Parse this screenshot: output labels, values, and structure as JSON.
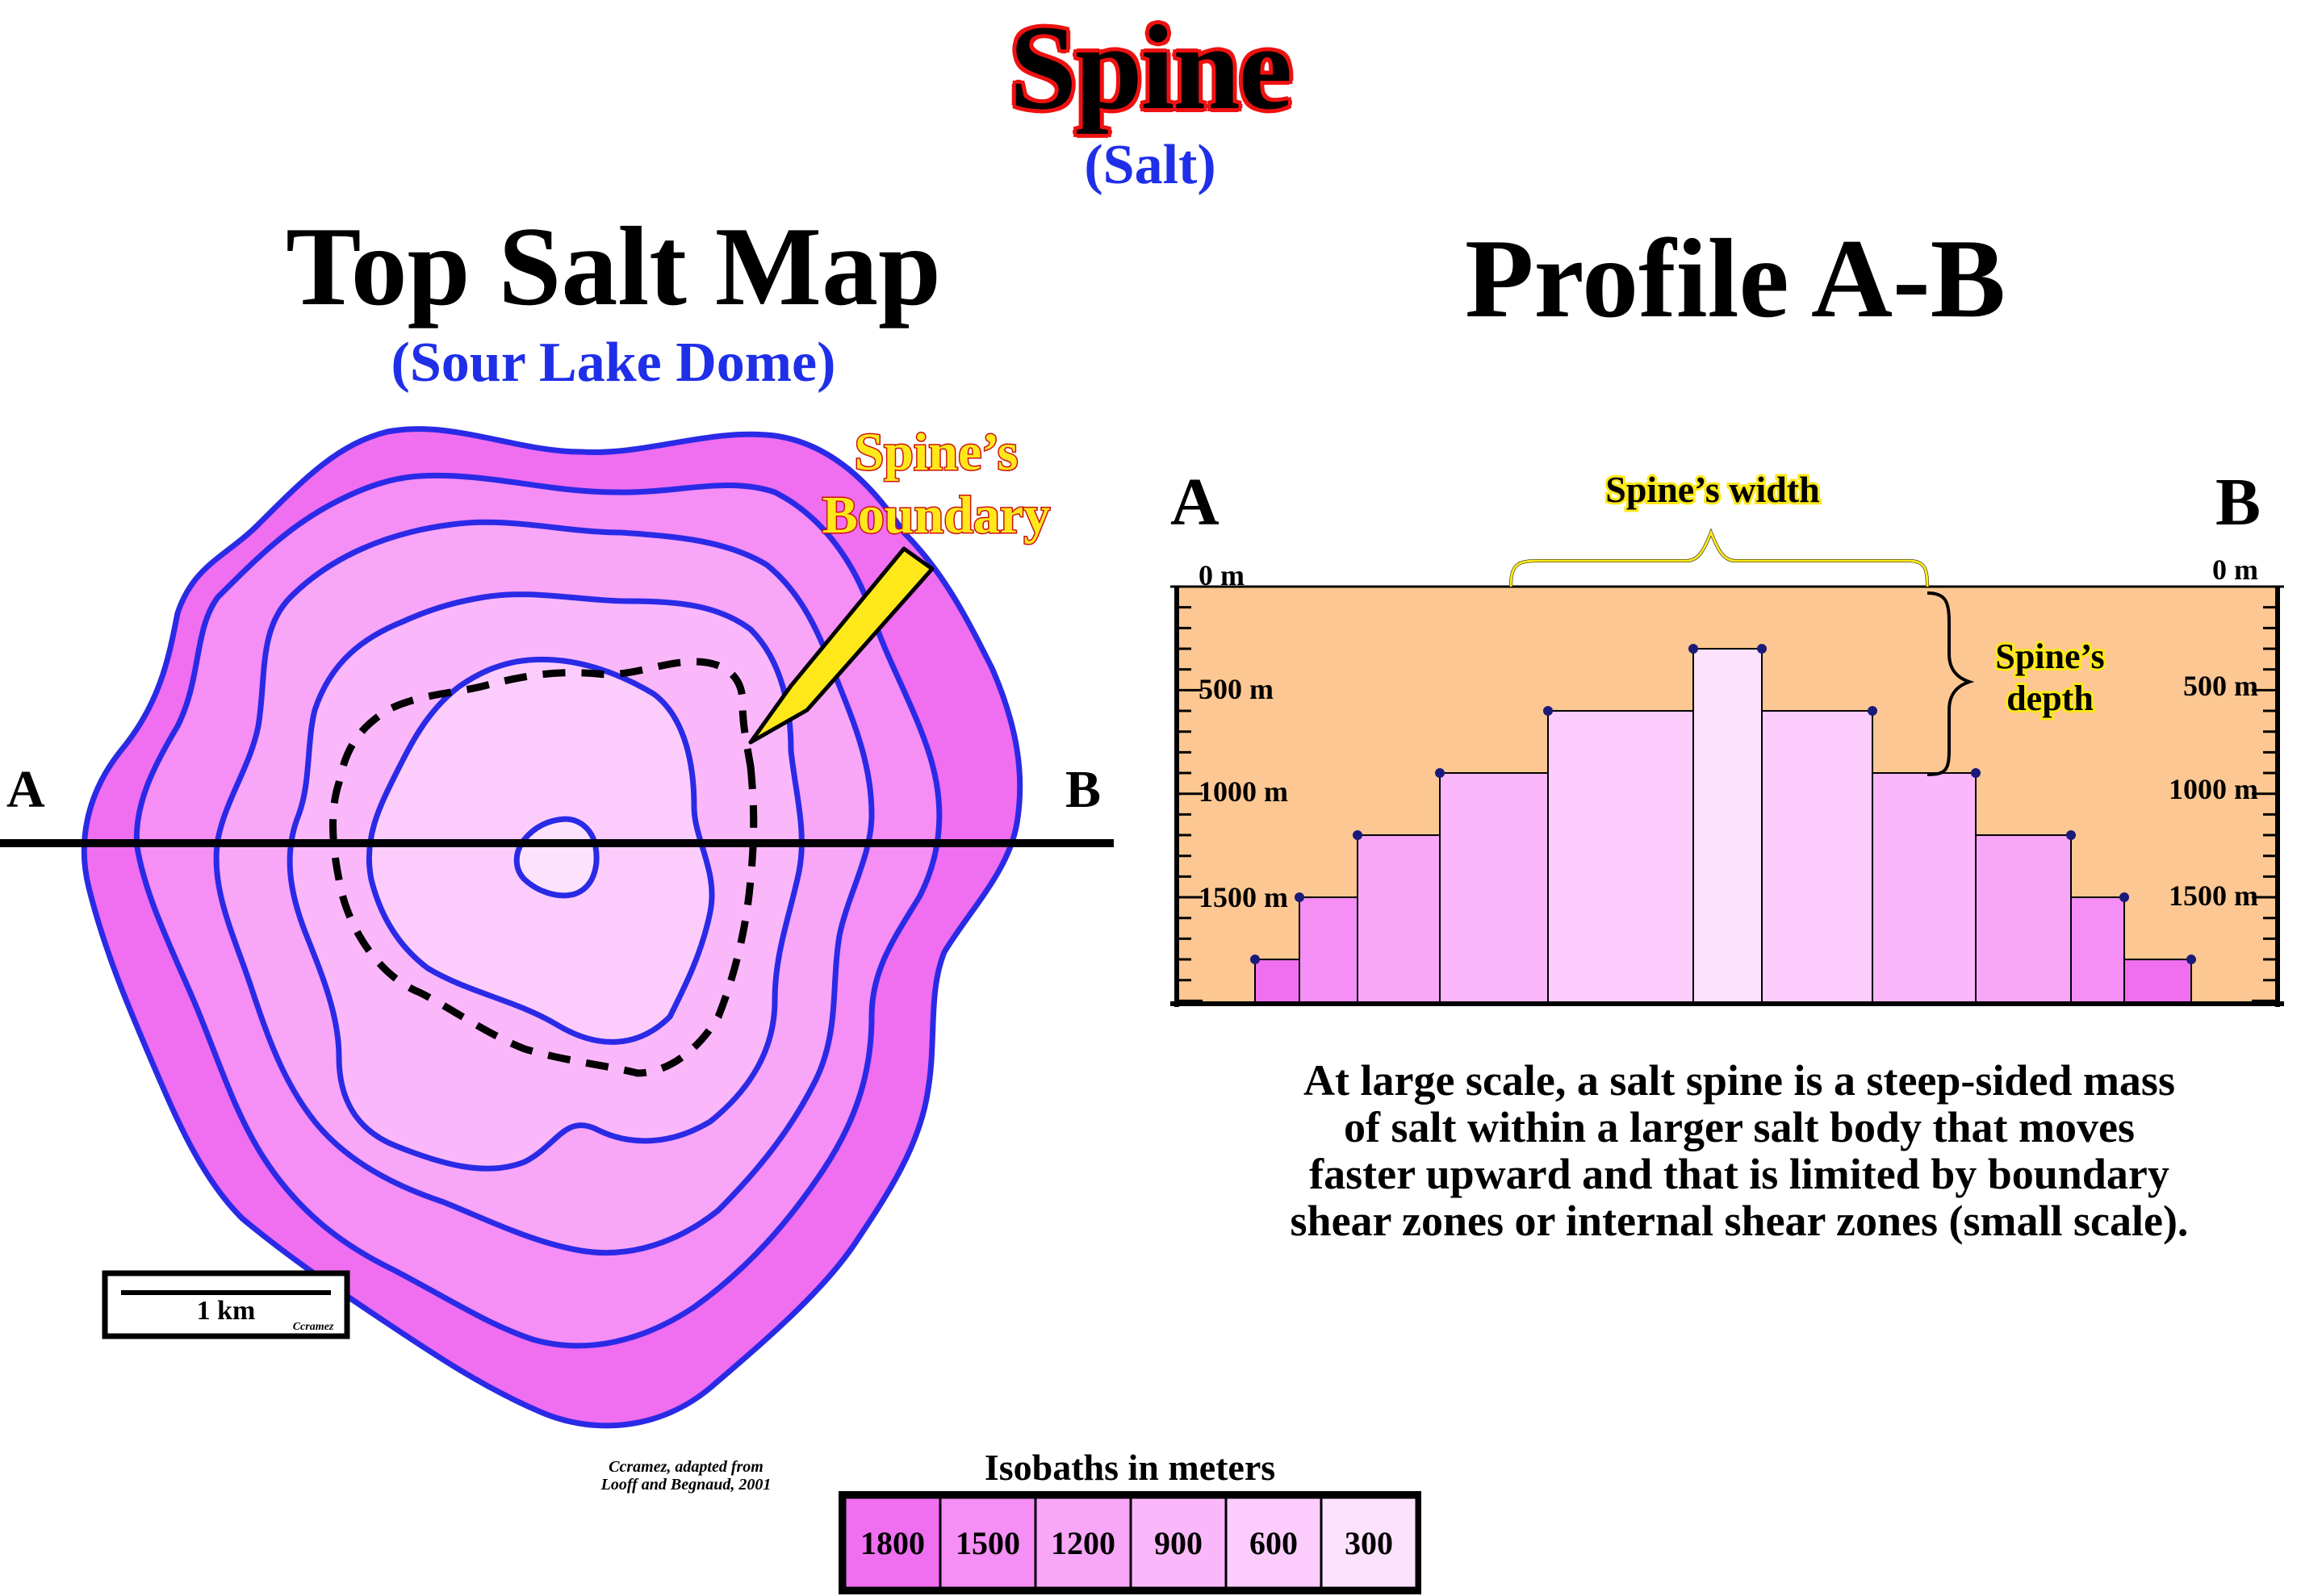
{
  "title": "Spine",
  "subtitle": "(Salt)",
  "map": {
    "title": "Top Salt Map",
    "subtitle": "(Sour Lake Dome)",
    "label_a": "A",
    "label_b": "B",
    "boundary_label_line1": "Spine’s",
    "boundary_label_line2": "Boundary",
    "scale_label": "1 km",
    "scale_credit": "Ccramez",
    "credit_line1": "Ccramez, adapted from",
    "credit_line2": "Looff and Begnaud, 2001"
  },
  "profile": {
    "title": "Profile A-B",
    "label_a": "A",
    "label_b": "B",
    "width_label": "Spine’s width",
    "depth_label_line1": "Spine’s",
    "depth_label_line2": "depth",
    "depth_ticks_left": [
      "0 m",
      "500 m",
      "1000 m",
      "1500 m"
    ],
    "depth_ticks_right": [
      "0 m",
      "500 m",
      "1000 m",
      "1500 m"
    ],
    "steps_depth_m": [
      1800,
      1500,
      1200,
      900,
      600,
      300,
      600,
      900,
      1200,
      1500,
      1800
    ]
  },
  "description": [
    "At large scale, a salt spine is a steep-sided mass",
    "of salt within a larger salt body that moves",
    "faster upward and that is limited by boundary",
    "shear zones or internal shear zones (small scale)."
  ],
  "legend": {
    "title": "Isobaths in meters",
    "items": [
      {
        "label": "1800",
        "color": "#f06ef0"
      },
      {
        "label": "1500",
        "color": "#f58ef5"
      },
      {
        "label": "1200",
        "color": "#f8a6f8"
      },
      {
        "label": "900",
        "color": "#fab8fa"
      },
      {
        "label": "600",
        "color": "#fccdfc"
      },
      {
        "label": "300",
        "color": "#fde2fd"
      }
    ]
  },
  "colors": {
    "title_outline": "#ee1111",
    "blue_text": "#1f2fe8",
    "contour_line": "#2a2ae6",
    "profile_background": "#fcc792",
    "callout_text": "#ffe81a",
    "callout_outline": "#cc1111"
  }
}
